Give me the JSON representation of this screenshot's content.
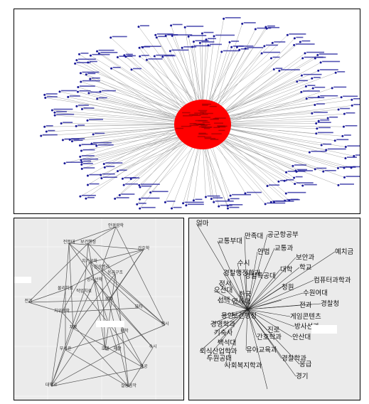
{
  "figure": {
    "panel_top": {
      "hub_color": "#ff0000",
      "node_color": "#1a1a99",
      "edge_color": "#9a9a9a"
    },
    "panel_bottom_left": {
      "background": "#ebebeb",
      "edge_color": "#555555",
      "redacted_color": "#ffffff",
      "nodes": [
        "안경광학",
        "간호학",
        "전문대",
        "보건행정",
        "치기공학",
        "임상병리",
        "물리치료",
        "응급구조",
        "방사선학",
        "전기",
        "작업치료",
        "치위생학",
        "경찰",
        "치료",
        "대학",
        "부사관",
        "호텔",
        "재활",
        "수시",
        "정시",
        "대학교",
        "실용음악",
        "항공",
        "뷰티"
      ]
    },
    "panel_bottom_right": {
      "background": "#ebebeb",
      "edge_color": "#222222",
      "redacted_color": "#ffffff",
      "nodes": [
        "얼마",
        "예치금",
        "만족대",
        "공군항공부",
        "교통부대",
        "교통과",
        "안법",
        "보안과",
        "수시",
        "학교",
        "경찰행정학과",
        "컴퓨터과학과",
        "정시",
        "대학",
        "경찰특공대",
        "청원",
        "오산대",
        "수원여대",
        "연세대",
        "한국",
        "선택",
        "전과",
        "경찰청",
        "게임콘텐츠",
        "용인",
        "경영학과",
        "기숙사",
        "방사선과",
        "백석대",
        "안산대",
        "외식산업학과",
        "보건행정",
        "두원공대",
        "간호학과",
        "유아교육과",
        "진로",
        "사회복지학과",
        "경찰학과",
        "응급",
        "경기"
      ]
    }
  }
}
